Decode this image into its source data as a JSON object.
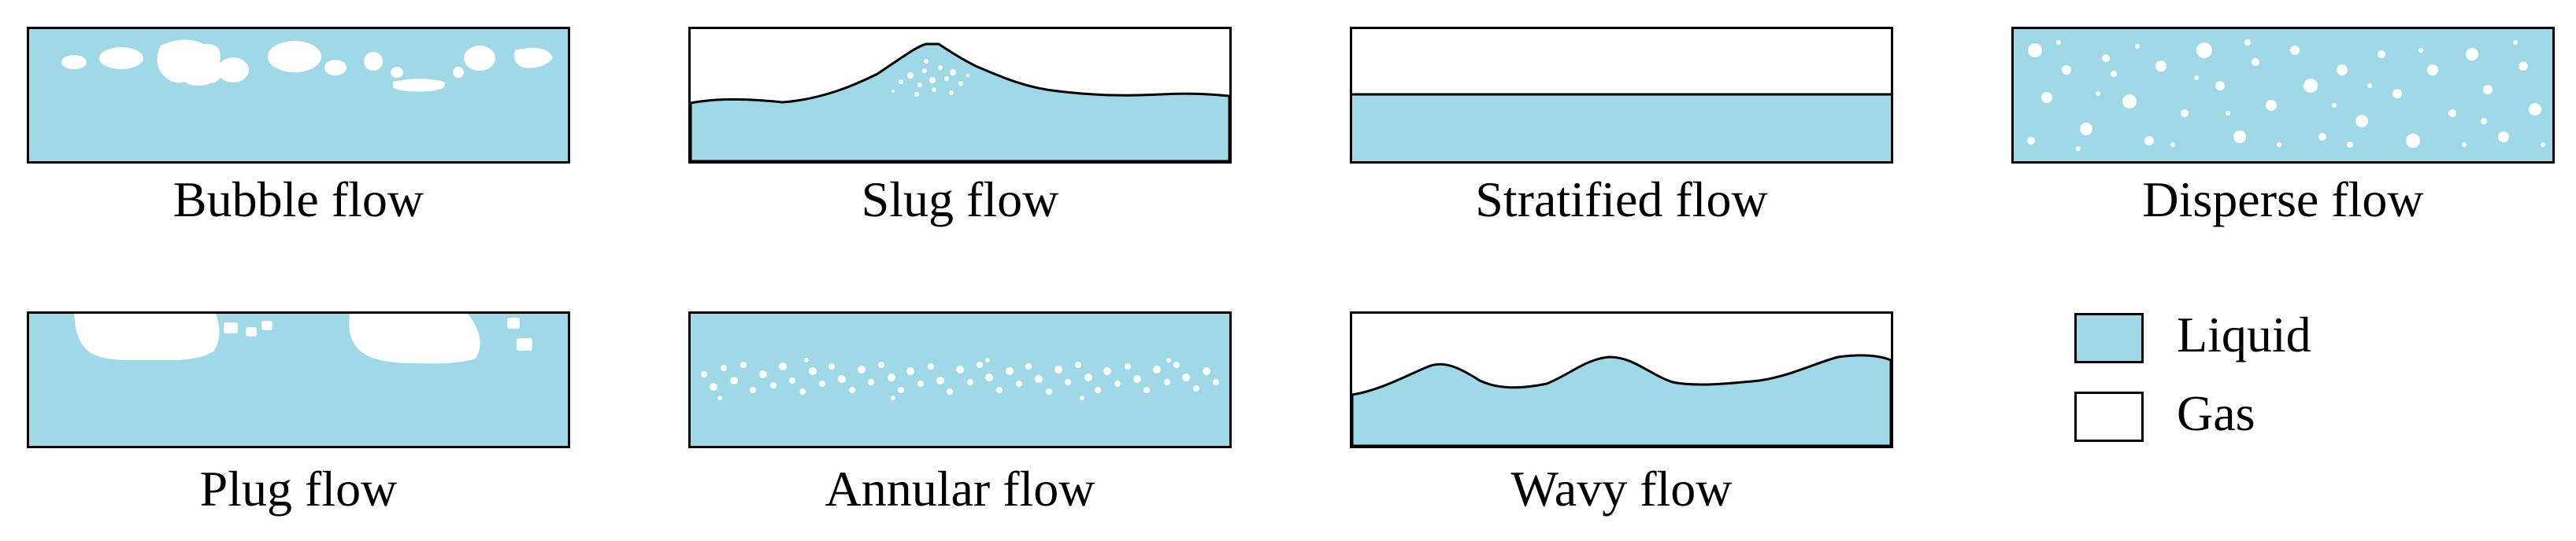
{
  "colors": {
    "liquid": "#9fd9e8",
    "gas": "#ffffff",
    "outline": "#000000"
  },
  "captions": {
    "bubble": "Bubble flow",
    "slug": "Slug flow",
    "stratified": "Stratified flow",
    "disperse": "Disperse flow",
    "plug": "Plug flow",
    "annular": "Annular flow",
    "wavy": "Wavy flow"
  },
  "legend": {
    "liquid_label": "Liquid",
    "gas_label": "Gas"
  }
}
